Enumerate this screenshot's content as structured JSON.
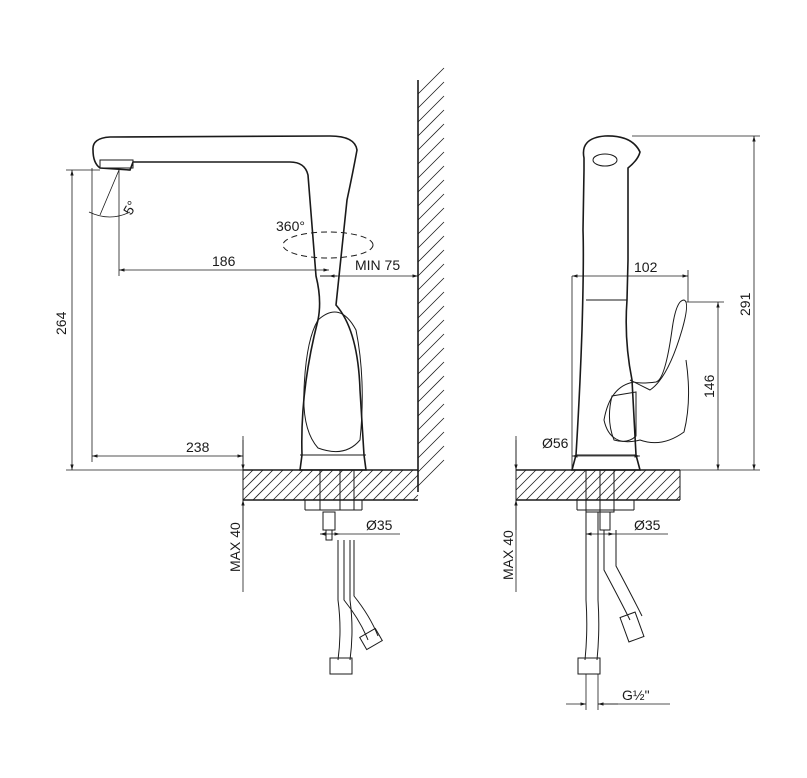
{
  "side_view": {
    "spout_height": "264",
    "spout_reach": "186",
    "total_reach": "238",
    "wall_clearance": "MIN 75",
    "rotation": "360°",
    "spout_angle": "5°",
    "max_mount_thickness": "MAX 40",
    "hole_diameter": "Ø35"
  },
  "front_view": {
    "total_height": "291",
    "handle_height": "146",
    "handle_width": "102",
    "base_diameter": "Ø56",
    "max_mount_thickness": "MAX 40",
    "hole_diameter": "Ø35",
    "connection_thread": "G½\""
  }
}
